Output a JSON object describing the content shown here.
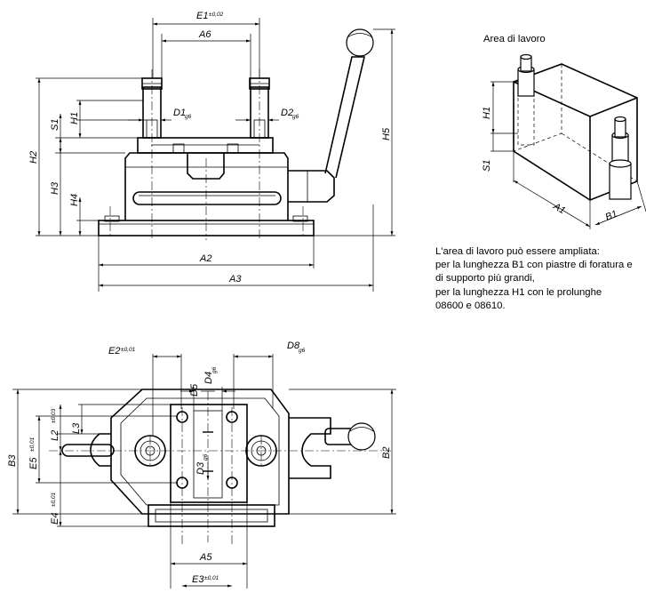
{
  "work_area_title": "Area di lavoro",
  "note_lines": [
    "L'area di lavoro può essere ampliata:",
    "per la lunghezza B1 con piastre di foratura e",
    "di supporto più grandi,",
    "per la lunghezza H1 con le prolunghe",
    "08600 e 08610."
  ],
  "dims": {
    "E1": "E1",
    "E1_tol": "±0,02",
    "A6": "A6",
    "D1": "D1",
    "D1_tol": "g6",
    "D2": "D2",
    "D2_tol": "g6",
    "S1": "S1",
    "H1": "H1",
    "H2": "H2",
    "H3": "H3",
    "H4": "H4",
    "H5": "H5",
    "A2": "A2",
    "A3": "A3",
    "E2": "E2",
    "E2_tol": "±0,01",
    "D5": "D5",
    "D4": "D4",
    "D4_tol": "g6",
    "D8": "D8",
    "D8_tol": "g6",
    "L3": "L3",
    "L2": "L2",
    "L2_tol": "±0,03",
    "E5": "E5",
    "E5_tol": "±0,01",
    "B3": "B3",
    "D3": "D3",
    "D3_tol": "g6",
    "E4": "E4",
    "E4_tol": "±0,01",
    "B2": "B2",
    "A5": "A5",
    "E3": "E3",
    "E3_tol": "±0,01",
    "A1": "A1",
    "B1": "B1"
  }
}
